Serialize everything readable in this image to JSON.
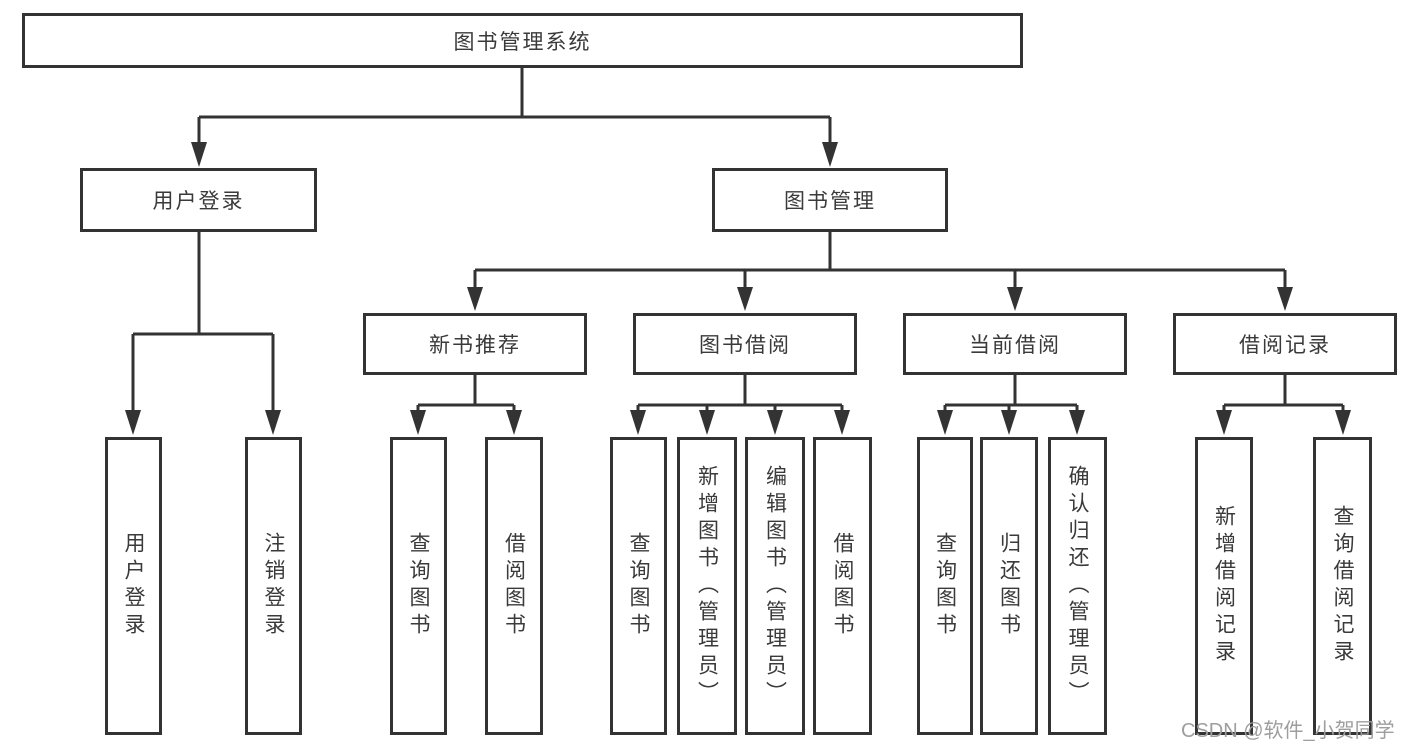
{
  "tree": {
    "root": "图书管理系统",
    "branches": [
      {
        "label": "用户登录",
        "children": [
          "用户登录",
          "注销登录"
        ]
      },
      {
        "label": "图书管理",
        "groups": [
          {
            "label": "新书推荐",
            "children": [
              "查询图书",
              "借阅图书"
            ]
          },
          {
            "label": "图书借阅",
            "children": [
              "查询图书",
              "新增图书（管理员）",
              "编辑图书（管理员）",
              "借阅图书"
            ]
          },
          {
            "label": "当前借阅",
            "children": [
              "查询图书",
              "归还图书",
              "确认归还（管理员）"
            ]
          },
          {
            "label": "借阅记录",
            "children": [
              "新增借阅记录",
              "查询借阅记录"
            ]
          }
        ]
      }
    ]
  },
  "watermark": "CSDN @软件_小贺同学",
  "colors": {
    "line": "#333333",
    "text": "#3a3a3a",
    "watermark": "#9e9e9e",
    "background": "#ffffff"
  }
}
